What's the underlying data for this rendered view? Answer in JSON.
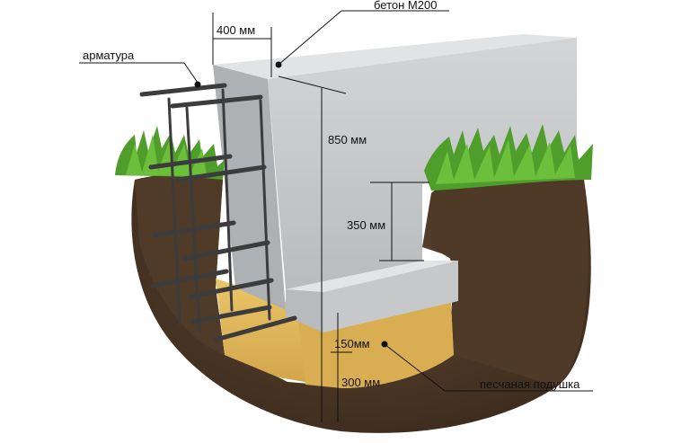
{
  "labels": {
    "concrete": "бетон М200",
    "rebar": "арматура",
    "width": "400 мм",
    "wall_height": "850 мм",
    "step_height": "350 мм",
    "sand_thickness": "150мм",
    "total_depth": "300 мм",
    "sand_cushion": "песчаная подушка"
  },
  "colors": {
    "concrete_front": "#c9cbcc",
    "concrete_top": "#dcdedf",
    "concrete_side": "#b2b5b7",
    "soil": "#4a3525",
    "sand": "#e0b755",
    "grass": "#4f9e2c",
    "rebar": "#3c3c3c"
  }
}
